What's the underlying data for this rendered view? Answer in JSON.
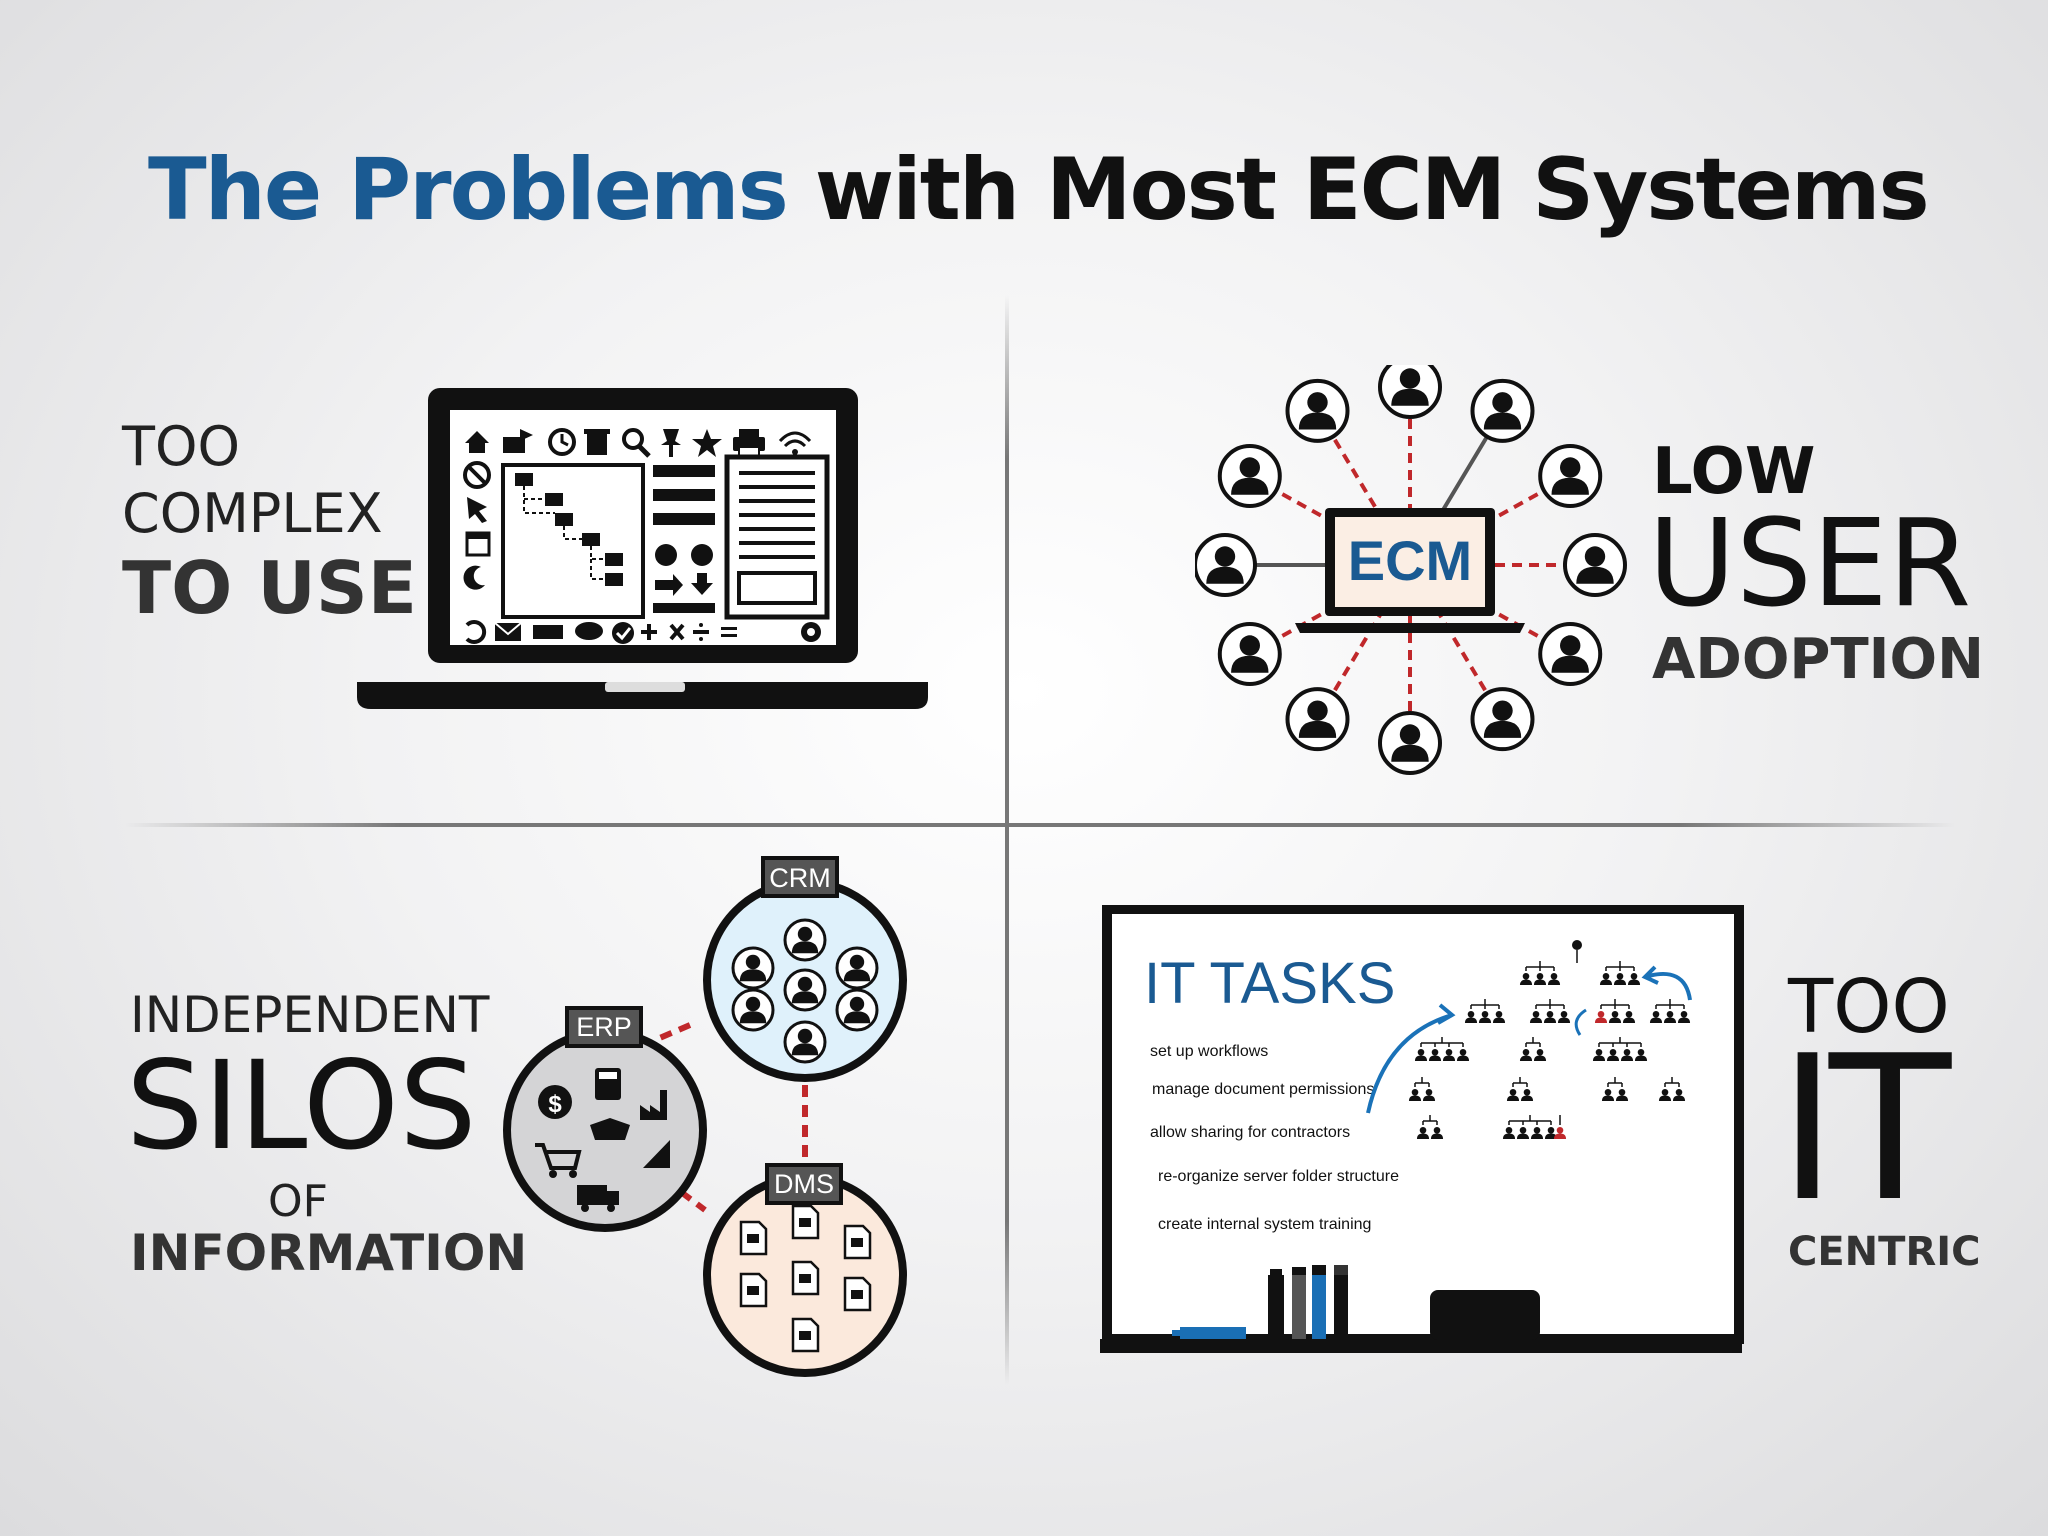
{
  "title": {
    "accent": "The Problems",
    "rest": " with Most ECM Systems"
  },
  "colors": {
    "accent_blue": "#1a5a92",
    "red_dashes": "#c0282b",
    "crm_fill": "#dff1fb",
    "dms_fill": "#fbe9dc",
    "ecm_fill": "#fbeee4"
  },
  "quadrant_complex": {
    "line1": "TOO",
    "line2": "COMPLEX",
    "line3": "TO USE",
    "icon": "laptop-with-toolbar-icons"
  },
  "quadrant_adoption": {
    "line1": "LOW",
    "line2": "USER",
    "line3": "ADOPTION",
    "center_label": "ECM",
    "icon": "users-network-icon"
  },
  "quadrant_silos": {
    "line1": "INDEPENDENT",
    "line2": "SILOS",
    "line3": "OF",
    "line4": "INFORMATION",
    "crm": "CRM",
    "erp": "ERP",
    "dms": "DMS"
  },
  "quadrant_it": {
    "line1": "TOO",
    "line2": "IT",
    "line3": "CENTRIC",
    "board_title": "IT TASKS",
    "tasks": [
      "set up workflows",
      "manage document permissions",
      "allow sharing for contractors",
      "re-organize server folder structure",
      "create internal system training"
    ],
    "icon": "whiteboard-org-chart-icon"
  }
}
